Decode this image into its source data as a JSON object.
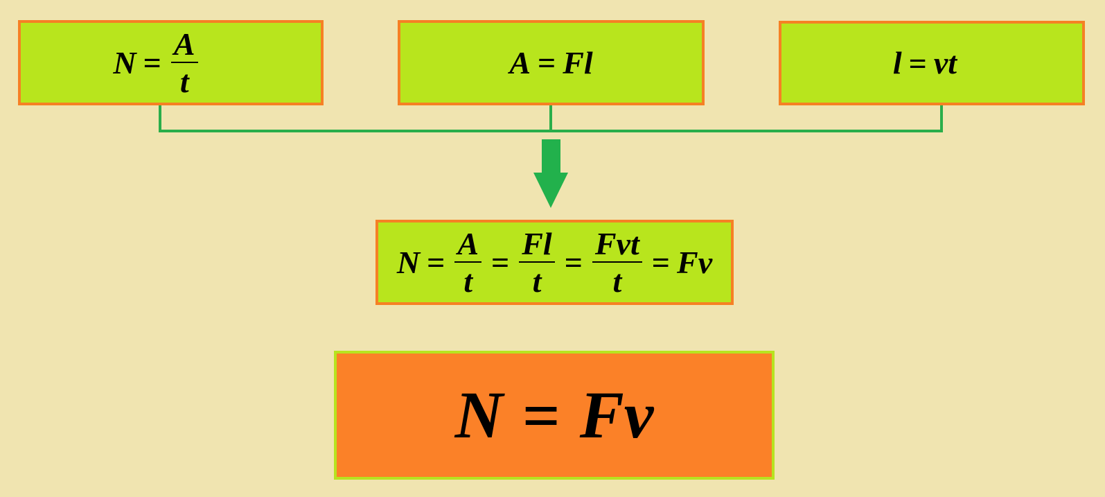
{
  "formulas": {
    "power": {
      "lhs": "N",
      "eq": "=",
      "num": "A",
      "den": "t"
    },
    "work": {
      "lhs": "A",
      "eq": "=",
      "rhs": "Fl"
    },
    "distance": {
      "lhs": "l",
      "eq": "=",
      "rhs": "vt"
    },
    "derivation": {
      "lhs": "N",
      "eq1": "=",
      "f1_num": "A",
      "f1_den": "t",
      "eq2": "=",
      "f2_num": "Fl",
      "f2_den": "t",
      "eq3": "=",
      "f3_num": "Fvt",
      "f3_den": "t",
      "eq4": "=",
      "rhs": "Fv"
    },
    "result": {
      "lhs": "N",
      "eq": "=",
      "rhs": "Fv"
    }
  },
  "colors": {
    "background": "#f0e4b0",
    "box_fill": "#b8e51d",
    "box_border": "#f68024",
    "result_fill": "#fb8128",
    "result_border": "#b7e320",
    "connector": "#2aae4a"
  }
}
